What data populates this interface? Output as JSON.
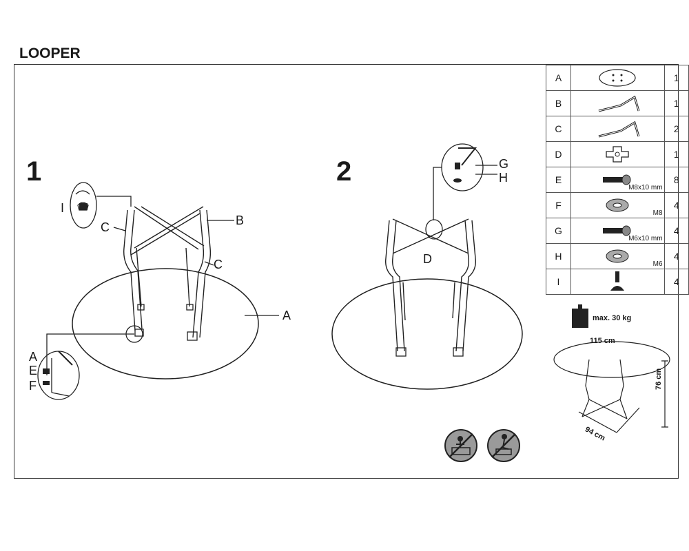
{
  "title": "LOOPER",
  "steps": [
    "1",
    "2"
  ],
  "parts": [
    {
      "letter": "A",
      "icon": "round-table-top-icon",
      "spec": "",
      "qty": "1"
    },
    {
      "letter": "B",
      "icon": "bent-leg-icon",
      "spec": "",
      "qty": "1"
    },
    {
      "letter": "C",
      "icon": "bent-leg-icon",
      "spec": "",
      "qty": "2"
    },
    {
      "letter": "D",
      "icon": "cross-connector-icon",
      "spec": "",
      "qty": "1"
    },
    {
      "letter": "E",
      "icon": "bolt-icon",
      "spec": "M8x10 mm",
      "qty": "8"
    },
    {
      "letter": "F",
      "icon": "washer-icon",
      "spec": "M8",
      "qty": "4"
    },
    {
      "letter": "G",
      "icon": "bolt-icon",
      "spec": "M6x10 mm",
      "qty": "4"
    },
    {
      "letter": "H",
      "icon": "washer-icon",
      "spec": "M6",
      "qty": "4"
    },
    {
      "letter": "I",
      "icon": "leveling-foot-icon",
      "spec": "",
      "qty": "4"
    }
  ],
  "callouts": {
    "step1": {
      "a": "A",
      "b": "B",
      "c1": "C",
      "c2": "C",
      "i": "I",
      "detail": [
        "A",
        "E",
        "F"
      ]
    },
    "step2": {
      "d": "D",
      "g": "G",
      "h": "H"
    }
  },
  "max_load": "max. 30 kg",
  "dimensions": {
    "diameter": "115 cm",
    "height": "76 cm",
    "base": "94 cm"
  }
}
